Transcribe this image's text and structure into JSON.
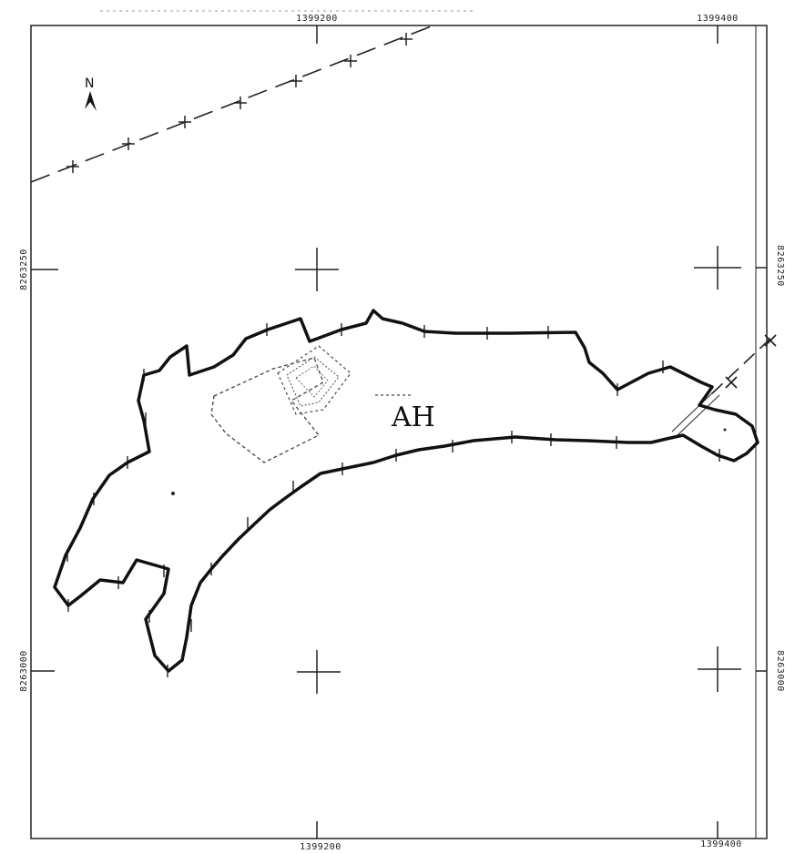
{
  "map": {
    "feature_label": "AH",
    "north_label": "N",
    "grid": {
      "x_ticks": [
        "1399200",
        "1399400"
      ],
      "y_ticks": [
        "8263250",
        "8263000"
      ]
    },
    "colors": {
      "boundary": "#111111",
      "frame": "#222222",
      "background": "#ffffff",
      "dashed_features": "#444444"
    }
  }
}
